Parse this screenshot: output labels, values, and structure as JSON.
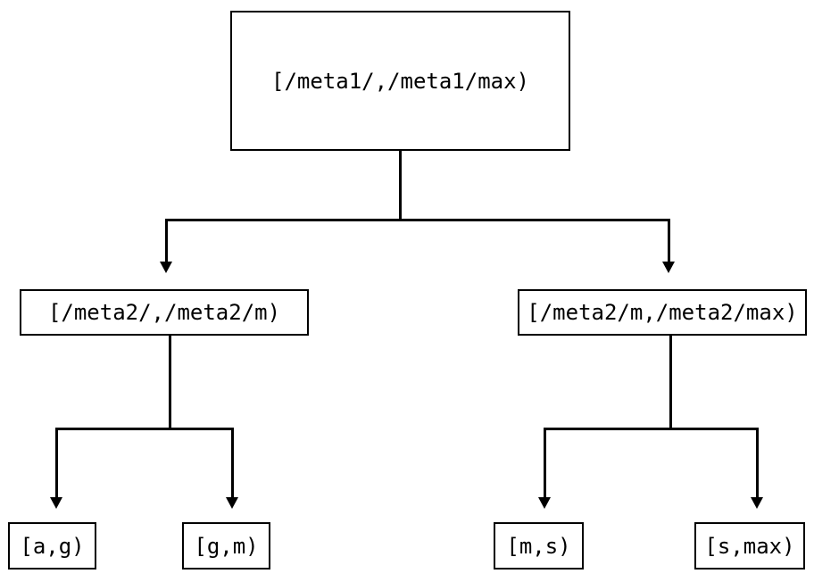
{
  "diagram": {
    "type": "tree",
    "title": "",
    "background_color": "#ffffff",
    "line_color": "#000000",
    "text_color": "#000000",
    "nodes": {
      "root": {
        "label": "[/meta1/,/meta1/max)"
      },
      "mid_left": {
        "label": "[/meta2/,/meta2/m)"
      },
      "mid_right": {
        "label": "[/meta2/m,/meta2/max)"
      },
      "leaf_ag": {
        "label": "[a,g)"
      },
      "leaf_gm": {
        "label": "[g,m)"
      },
      "leaf_ms": {
        "label": "[m,s)"
      },
      "leaf_smax": {
        "label": "[s,max)"
      }
    },
    "edges": [
      {
        "from": "root",
        "to": "mid_left",
        "arrow": "down-triangle"
      },
      {
        "from": "root",
        "to": "mid_right",
        "arrow": "down-triangle"
      },
      {
        "from": "mid_left",
        "to": "leaf_ag",
        "arrow": "down-triangle"
      },
      {
        "from": "mid_left",
        "to": "leaf_gm",
        "arrow": "down-triangle"
      },
      {
        "from": "mid_right",
        "to": "leaf_ms",
        "arrow": "down-triangle"
      },
      {
        "from": "mid_right",
        "to": "leaf_smax",
        "arrow": "down-triangle"
      }
    ]
  }
}
